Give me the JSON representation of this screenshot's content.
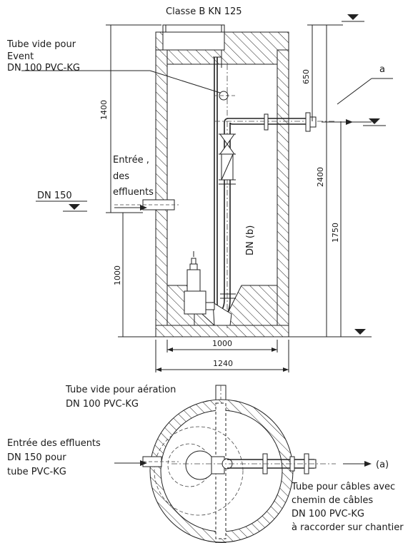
{
  "labels": {
    "classe": "Classe B KN 125",
    "tube_vide_event_1": "Tube vide pour",
    "tube_vide_event_2": "Event",
    "tube_vide_event_3": "DN 100 PVC-KG",
    "entree_1": "Entrée ,",
    "entree_2": "des",
    "entree_3": "effluents",
    "dn150": "DN 150",
    "dn_b": "DN (b)",
    "a_marker": "a",
    "aeration_1": "Tube vide pour aération",
    "aeration_2": "DN 100 PVC-KG",
    "entree_eff_1": "Entrée des effluents",
    "entree_eff_2": "DN 150 pour",
    "entree_eff_3": "tube PVC-KG",
    "a_paren": "(a)",
    "cables_1": "Tube pour câbles avec",
    "cables_2": "chemin de câbles",
    "cables_3": "DN 100 PVC-KG",
    "cables_4": "à raccorder sur chantier"
  },
  "dimensions": {
    "d1400": "1400",
    "d1000_v": "1000",
    "d650": "650",
    "d2400": "2400",
    "d1750": "1750",
    "d1000_h": "1000",
    "d1240": "1240"
  }
}
